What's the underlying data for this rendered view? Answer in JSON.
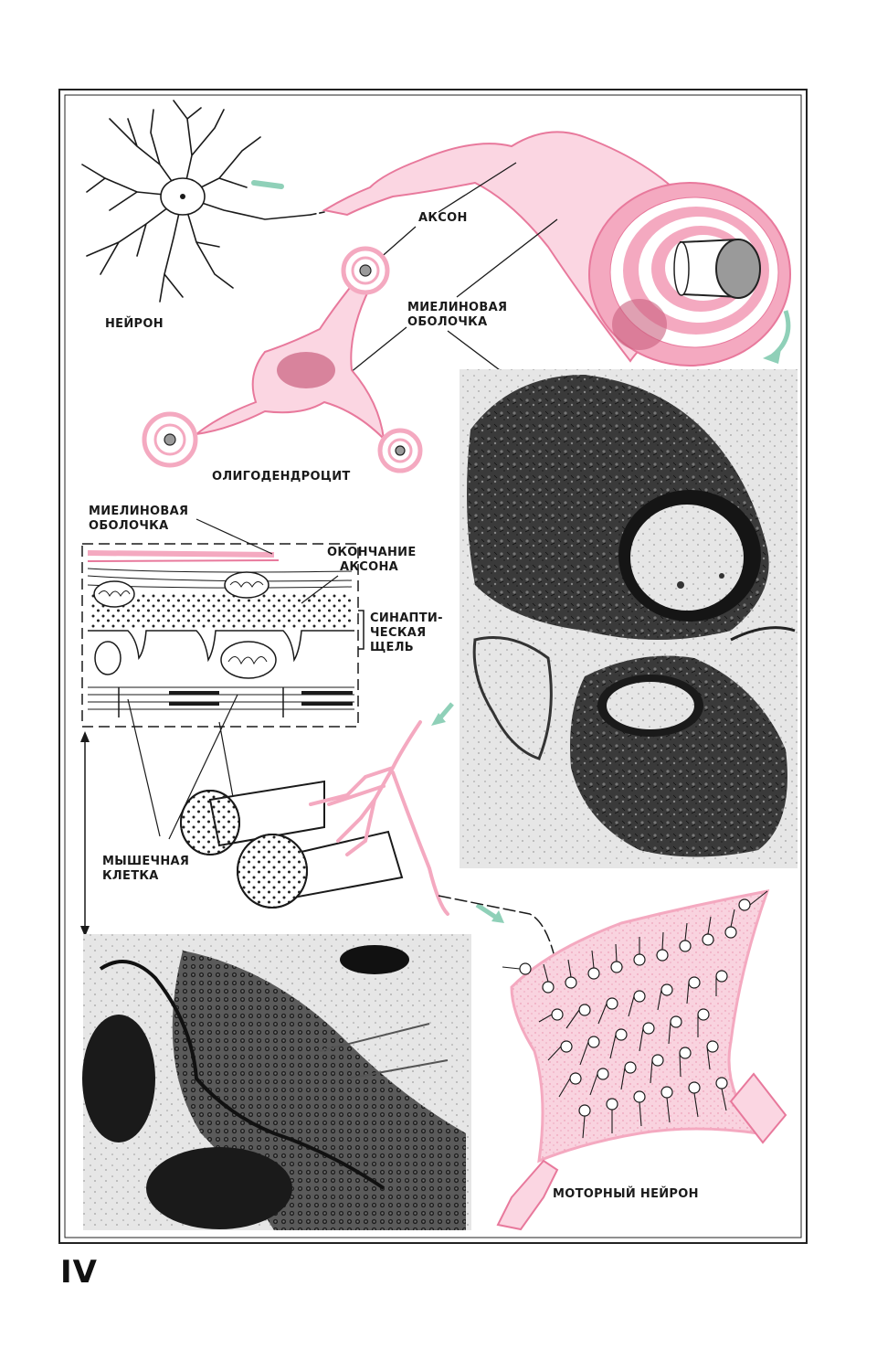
{
  "figure": {
    "labels": {
      "neuron": "НЕЙРОН",
      "axon": "АКСОН",
      "myelin_1": "МИЕЛИНОВАЯ",
      "myelin_2": "ОБОЛОЧКА",
      "oligodendrocyte": "ОЛИГОДЕНДРОЦИТ",
      "myelin_sheath_1": "МИЕЛИНОВАЯ",
      "myelin_sheath_2": "ОБОЛОЧКА",
      "axon_terminal_1": "ОКОНЧАНИЕ",
      "axon_terminal_2": "АКСОНА",
      "synaptic_cleft_1": "СИНАПТИ-",
      "synaptic_cleft_2": "ЧЕСКАЯ",
      "synaptic_cleft_3": "ЩЕЛЬ",
      "muscle_cell_1": "МЫШЕЧНАЯ",
      "muscle_cell_2": "КЛЕТКА",
      "motor_neuron": "МОТОРНЫЙ НЕЙРОН"
    }
  },
  "page": {
    "number": "IV"
  },
  "colors": {
    "pink": "#f4a9c0",
    "pink_dark": "#e8799c",
    "green_arrow": "#8fd0b8",
    "ink": "#1a1a1a"
  }
}
